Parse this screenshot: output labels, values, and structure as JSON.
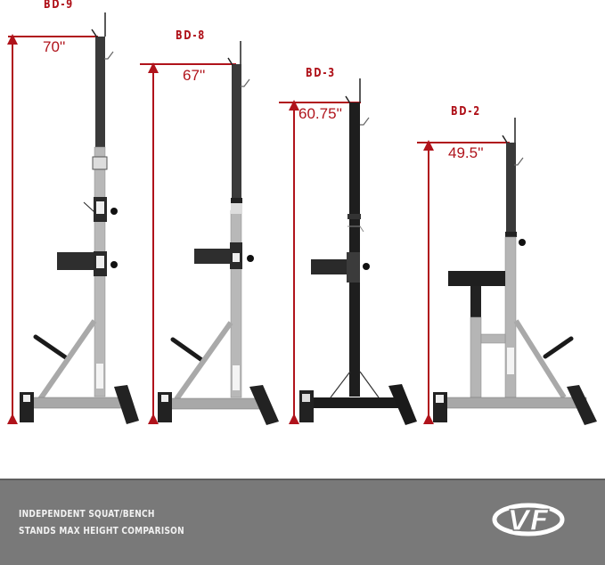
{
  "stands": [
    {
      "model": "BD-9",
      "max_height": "70''"
    },
    {
      "model": "BD-8",
      "max_height": "67''"
    },
    {
      "model": "BD-3",
      "max_height": "60.75''"
    },
    {
      "model": "BD-2",
      "max_height": "49.5''"
    }
  ],
  "footer": {
    "line1": "INDEPENDENT SQUAT/BENCH",
    "line2": "STANDS MAX HEIGHT COMPARISON",
    "logo": "VF"
  },
  "colors": {
    "accent": "#b0131b",
    "footer_bg": "#797979",
    "footer_text": "#f2f2f2"
  }
}
